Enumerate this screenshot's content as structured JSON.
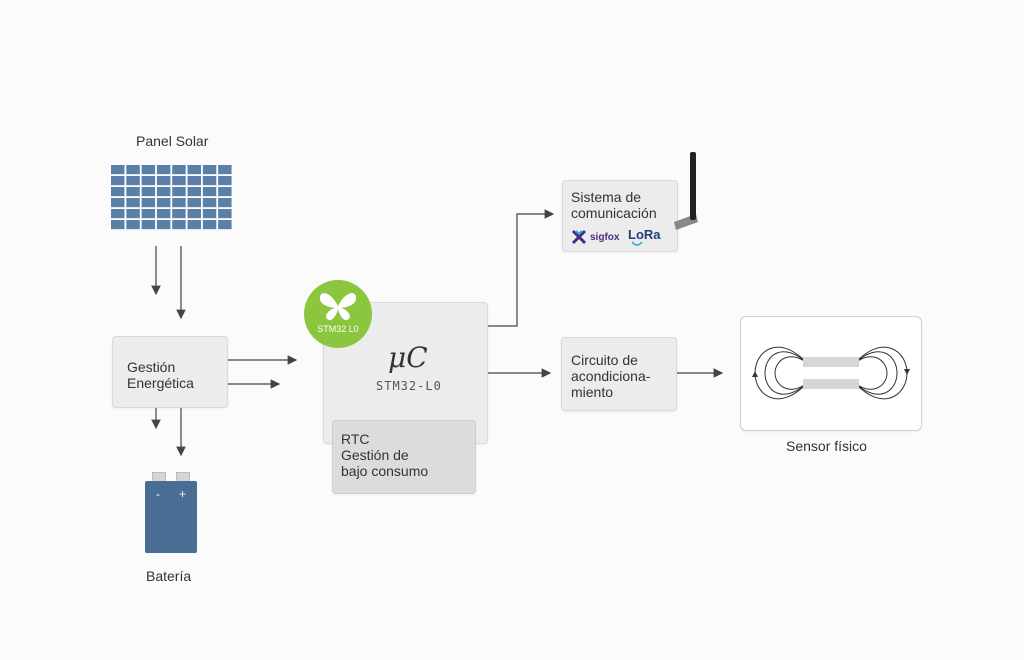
{
  "labels": {
    "solar_panel": "Panel Solar",
    "energy_mgmt": [
      "Gestión",
      "Energética"
    ],
    "battery": "Batería",
    "battery_minus": "-",
    "battery_plus": "+",
    "mcu_symbol": "μC",
    "mcu_model": "STM32-L0",
    "stm_badge": "STM32 L0",
    "rtc": [
      "RTC",
      "Gestión de",
      "bajo consumo"
    ],
    "comm": [
      "Sistema de",
      "comunicación"
    ],
    "sigfox": "sigfox",
    "lora": "LoRa",
    "conditioning": [
      "Circuito de",
      "acondiciona-",
      "miento"
    ],
    "sensor": "Sensor físico"
  },
  "colors": {
    "box_fill": "#ececec",
    "rtc_fill": "#dcdcdc",
    "panel_cell": "#5c7fa8",
    "battery": "#4a6d94",
    "badge_green": "#8cc63f",
    "lines": "#444444",
    "sigfox": "#4b2a86",
    "lora": "#1d3f7a"
  },
  "icons": {
    "solar": "solar-panel-icon",
    "battery": "battery-icon",
    "antenna": "antenna-icon",
    "butterfly": "butterfly-icon",
    "sigfox": "sigfox-logo-icon",
    "lora": "lora-logo-icon",
    "field": "magnetic-field-icon"
  }
}
